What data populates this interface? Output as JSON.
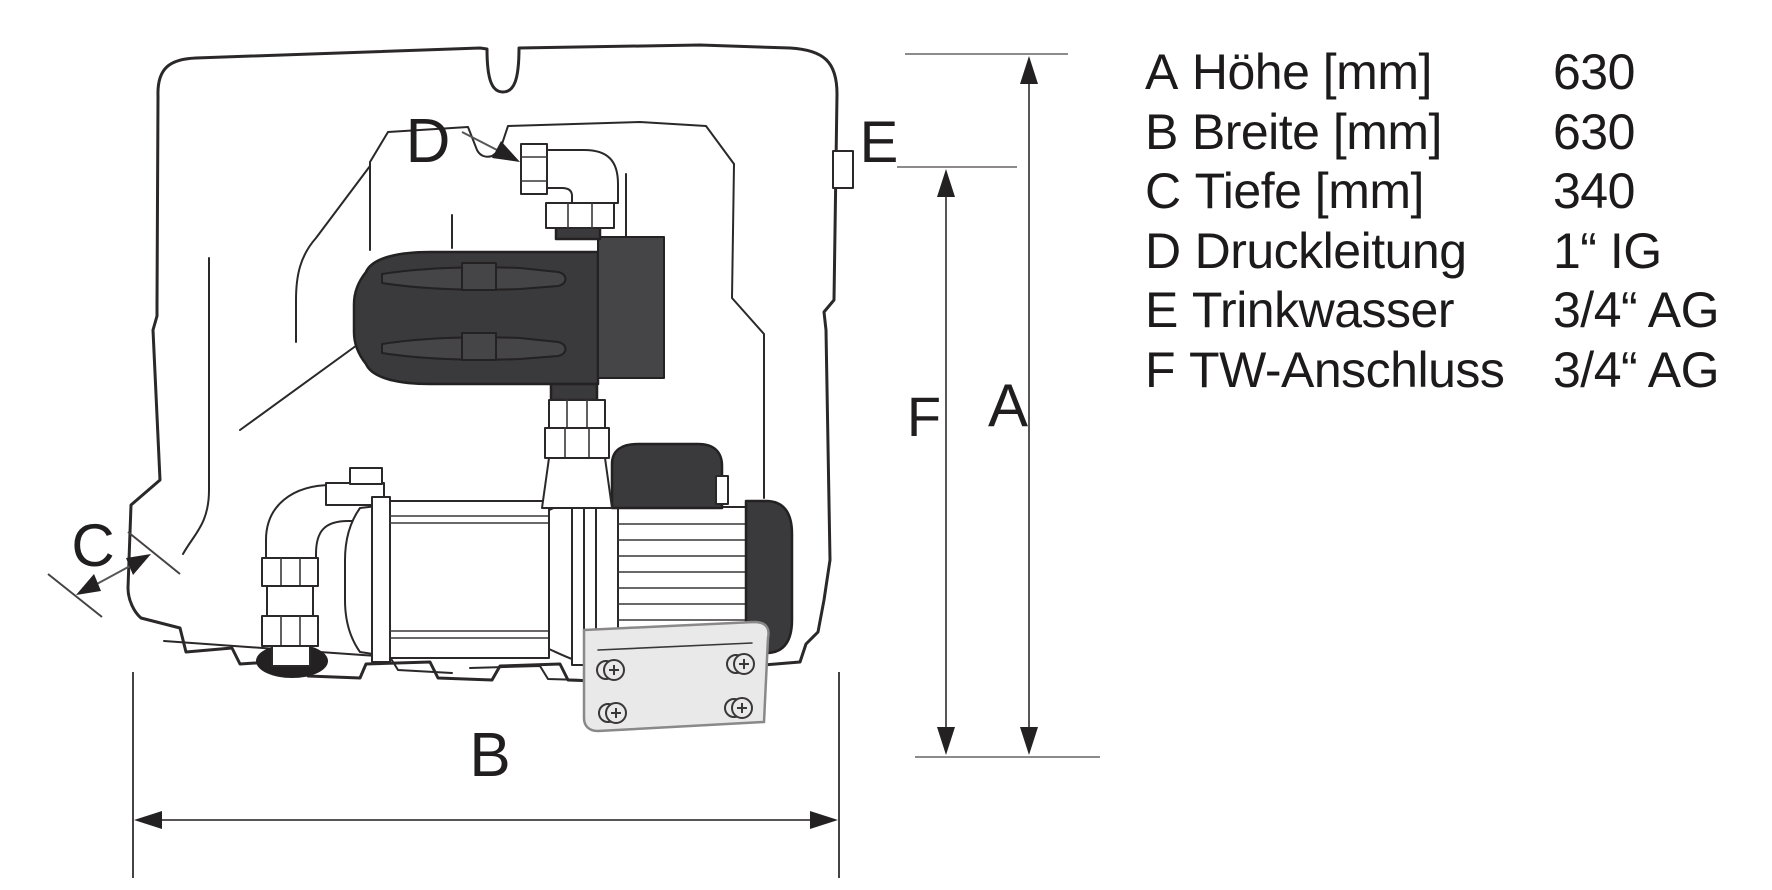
{
  "diagram": {
    "labels": {
      "a": "A",
      "b": "B",
      "c": "C",
      "d": "D",
      "e": "E",
      "f": "F"
    },
    "line_color": "#2b2829",
    "dark_fill": "#3a393b",
    "plate_fill": "#e9e9e9"
  },
  "legend": {
    "rows": [
      {
        "letter": "A",
        "name": "Höhe [mm]",
        "value": "630"
      },
      {
        "letter": "B",
        "name": "Breite [mm]",
        "value": "630"
      },
      {
        "letter": "C",
        "name": "Tiefe [mm]",
        "value": "340"
      },
      {
        "letter": "D",
        "name": "Druckleitung",
        "value": "1“ IG"
      },
      {
        "letter": "E",
        "name": "Trinkwasser",
        "value": "3/4“ AG"
      },
      {
        "letter": "F",
        "name": "TW-Anschluss",
        "value": "3/4“ AG"
      }
    ]
  }
}
